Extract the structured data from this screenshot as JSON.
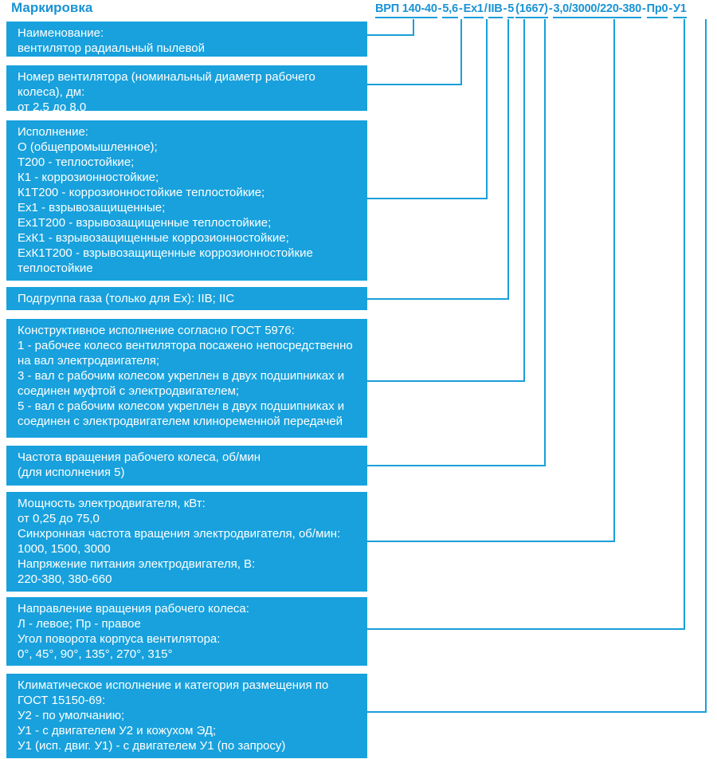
{
  "title": "Маркировка",
  "code": {
    "full": "ВРП 140-40-5,6-Ex1/IIB-5(1667)-3,0/3000/220-380-Пр0-У1",
    "segments": [
      {
        "text": "ВРП 140-40",
        "underline": true
      },
      {
        "text": "-",
        "underline": false
      },
      {
        "text": "5,6",
        "underline": true
      },
      {
        "text": "-",
        "underline": false
      },
      {
        "text": "Ex1",
        "underline": true
      },
      {
        "text": "/",
        "underline": false
      },
      {
        "text": "IIB",
        "underline": true
      },
      {
        "text": "-",
        "underline": false
      },
      {
        "text": "5",
        "underline": true
      },
      {
        "text": "(1667)",
        "underline": true
      },
      {
        "text": "-",
        "underline": false
      },
      {
        "text": "3,0/3000/220-380",
        "underline": true
      },
      {
        "text": "-",
        "underline": false
      },
      {
        "text": "Пр0",
        "underline": true
      },
      {
        "text": "-",
        "underline": false
      },
      {
        "text": "У1",
        "underline": true
      }
    ]
  },
  "boxes": [
    {
      "name": "Наименование",
      "text": "Наименование:\nвентилятор радиальный пылевой"
    },
    {
      "name": "Номер вентилятора",
      "text": "Номер вентилятора (номинальный диаметр рабочего\nколеса), дм:\nот 2,5 до 8,0"
    },
    {
      "name": "Исполнение",
      "text": "Исполнение:\nО (общепромышленное);\nТ200 - теплостойкие;\nК1 - коррозионностойкие;\nК1Т200 - коррозионностойкие теплостойкие;\nEx1 - взрывозащищенные;\nEx1T200 - взрывозащищенные теплостойкие;\nExК1 - взрывозащищенные коррозионностойкие;\nExК1Т200 - взрывозащищенные коррозионностойкие\nтеплостойкие"
    },
    {
      "name": "Подгруппа газа",
      "text": "Подгруппа газа (только для Ex): IIB; IIC"
    },
    {
      "name": "Конструктивное исполнение",
      "text": "Конструктивное исполнение согласно ГОСТ 5976:\n1 - рабочее колесо вентилятора посажено непосредственно\nна вал электродвигателя;\n3 - вал с рабочим колесом укреплен в двух подшипниках и\nсоединен муфтой с электродвигателем;\n5 - вал с рабочим колесом укреплен в двух подшипниках и\nсоединен с электродвигателем клиноременной передачей"
    },
    {
      "name": "Частота вращения",
      "text": "Частота вращения рабочего колеса, об/мин\n(для исполнения 5)"
    },
    {
      "name": "Мощность электродвигателя",
      "text": "Мощность электродвигателя, кВт:\nот 0,25 до 75,0\nСинхронная частота вращения электродвигателя, об/мин:\n1000, 1500, 3000\nНапряжение питания электродвигателя, В:\n220-380, 380-660"
    },
    {
      "name": "Направление вращения",
      "text": "Направление вращения рабочего колеса:\nЛ - левое; Пр - правое\nУгол поворота корпуса вентилятора:\n0°, 45°, 90°, 135°, 270°, 315°"
    },
    {
      "name": "Климатическое исполнение",
      "text": "Климатическое исполнение и категория размещения по\nГОСТ 15150-69:\nУ2 - по умолчанию;\nУ1 - с двигателем У2 и кожухом ЭД;\nУ1 (исп. двиг. У1) - с двигателем У1 (по запросу)"
    }
  ],
  "colors": {
    "box_fill": "#18a1dd",
    "accent_blue": "#1a9fd9",
    "title_blue": "#1a93d4",
    "text_on_box": "#ffffff",
    "background": "#ffffff"
  }
}
